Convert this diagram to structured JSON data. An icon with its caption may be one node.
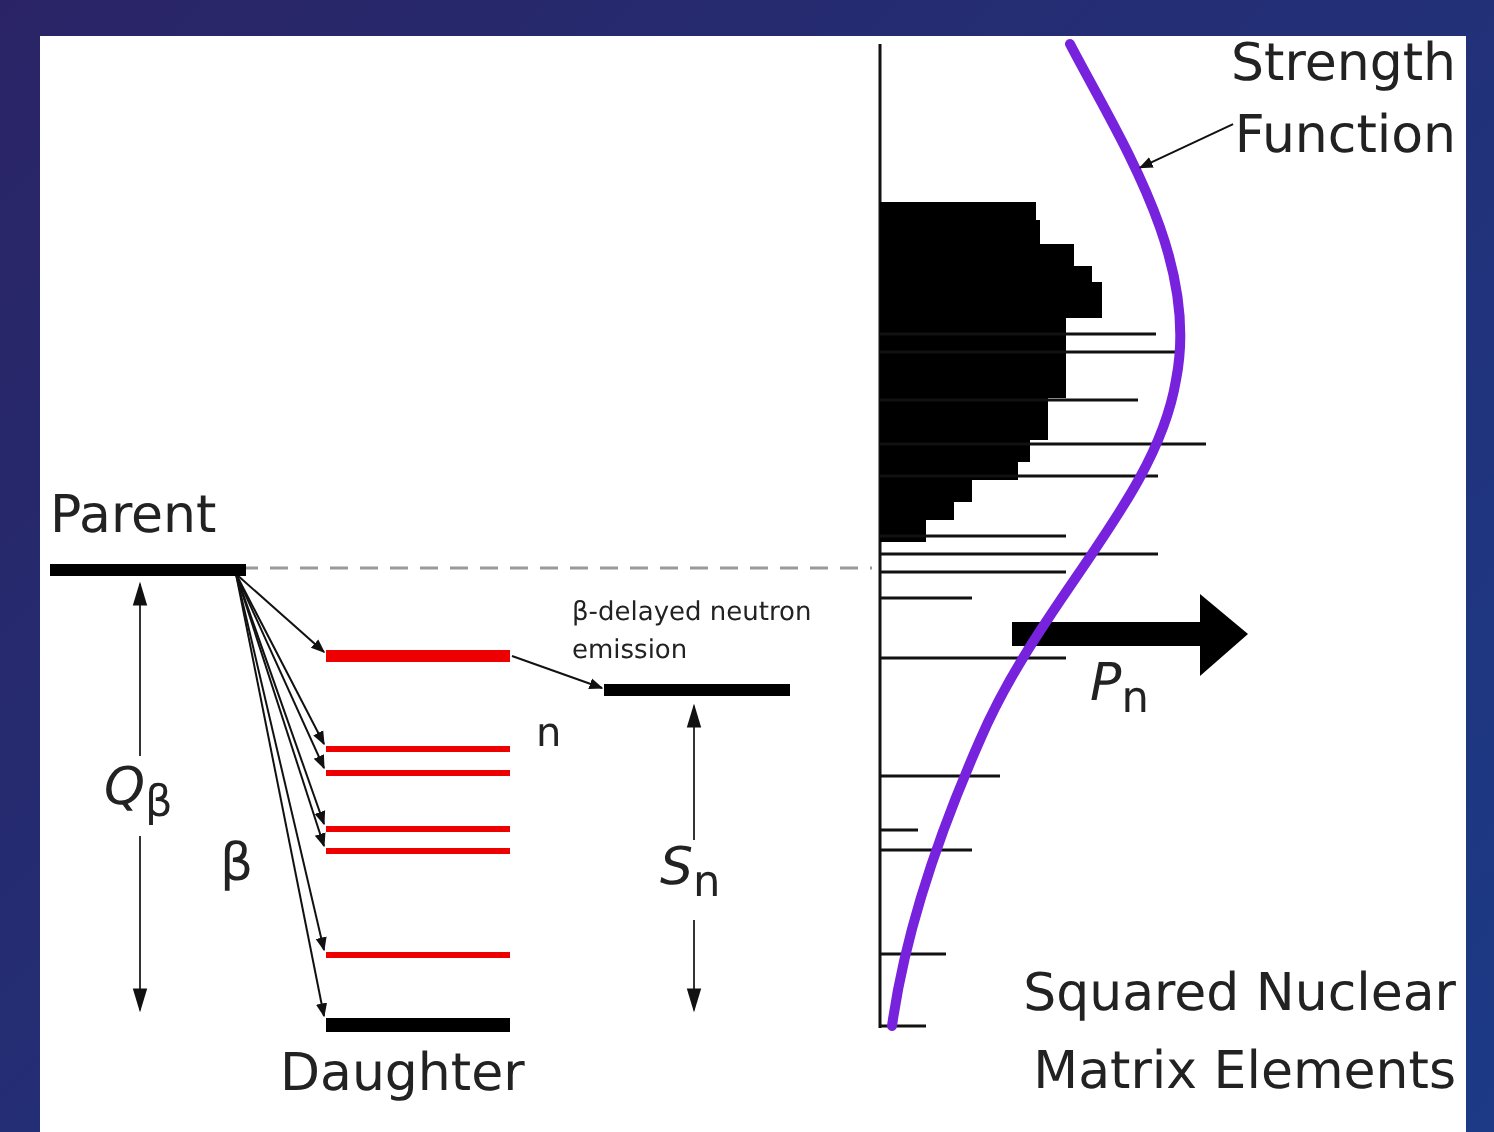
{
  "diagram": {
    "nodes": [
      {
        "text": [
          "Parent"
        ]
      },
      {
        "text": [],
        "shape": "bar"
      },
      {
        "text": [],
        "shape": "bar"
      },
      {
        "text": [],
        "shape": "bar"
      },
      {
        "text": [],
        "shape": "bar"
      },
      {
        "text": [],
        "shape": "bar"
      },
      {
        "text": [],
        "shape": "bar"
      },
      {
        "text": [
          "Daughter"
        ]
      },
      {
        "text": [],
        "shape": "bar"
      },
      {
        "text": [
          "Strength Function"
        ]
      },
      {
        "text": [],
        "shape": "curve"
      }
    ],
    "edges": [
      {
        "from": 0,
        "to": 1,
        "arrow": "to"
      },
      {
        "from": 0,
        "to": 2,
        "arrow": "to"
      },
      {
        "from": 0,
        "to": 3,
        "arrow": "to"
      },
      {
        "from": 0,
        "to": 4,
        "arrow": "to"
      },
      {
        "from": 0,
        "to": 5,
        "arrow": "to"
      },
      {
        "from": 0,
        "to": 6,
        "arrow": "to"
      },
      {
        "from": 0,
        "to": 7,
        "arrow": "to"
      },
      {
        "from": 1,
        "to": 8,
        "arrow": "to",
        "label": "β-delayed neutron emission"
      },
      {
        "from": 9,
        "to": 10,
        "arrow": "to"
      }
    ],
    "labels": [
      "n",
      "*Q*$_{β}$",
      "β",
      "*S*$_{n}$",
      "*P*$_{n}$",
      "Squared Nuclear Matrix Elements"
    ]
  }
}
